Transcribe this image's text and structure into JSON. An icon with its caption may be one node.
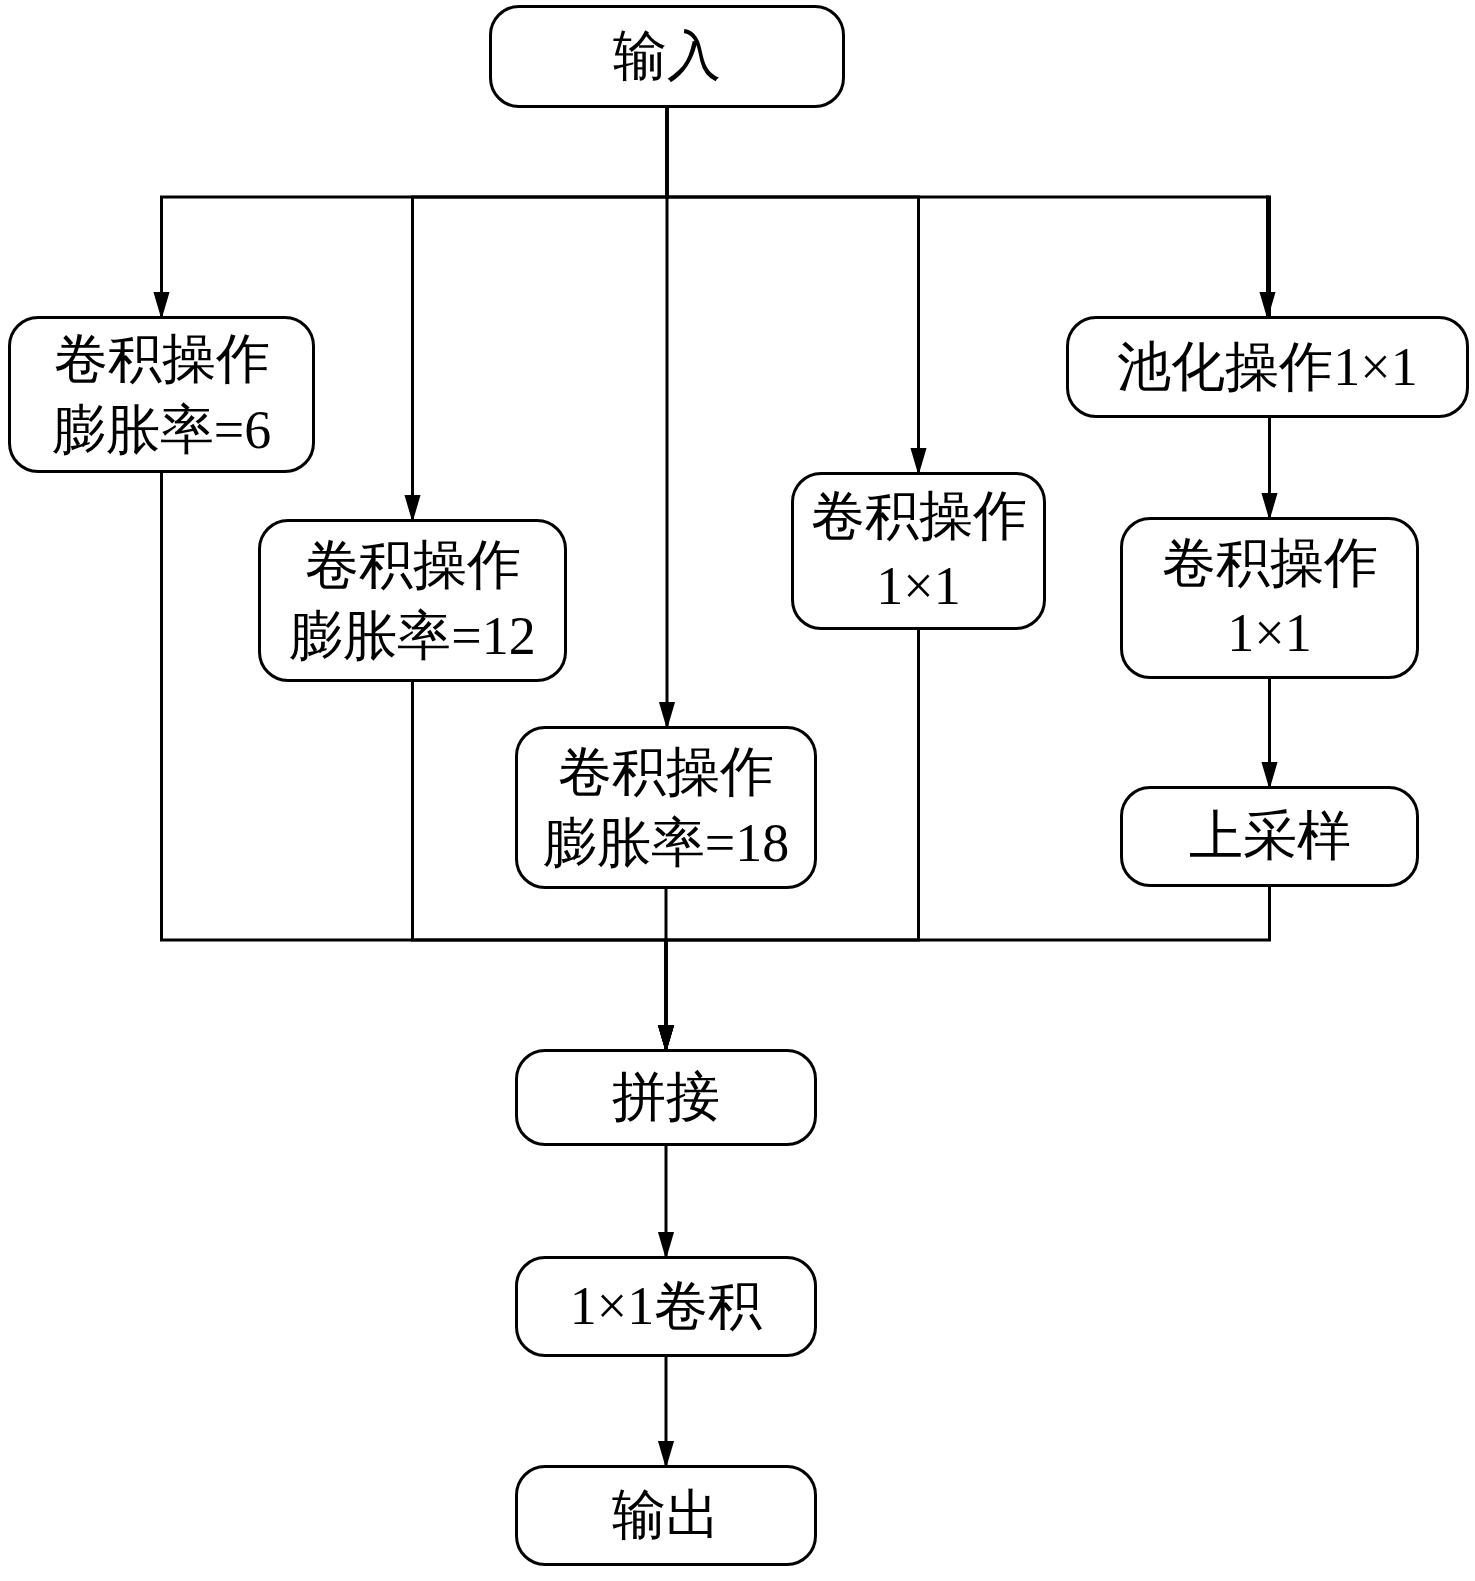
{
  "diagram": {
    "nodes": [
      {
        "text": [
          "输入"
        ]
      },
      {
        "text": [
          "卷积操作",
          "膨胀率=6"
        ]
      },
      {
        "text": [
          "卷积操作",
          "膨胀率=12"
        ]
      },
      {
        "text": [
          "卷积操作",
          "膨胀率=18"
        ]
      },
      {
        "text": [
          "卷积操作",
          "1×1"
        ]
      },
      {
        "text": [
          "池化操作1×1"
        ]
      },
      {
        "text": [
          "卷积操作",
          "1×1"
        ]
      },
      {
        "text": [
          "上采样"
        ]
      },
      {
        "text": [
          "拼接"
        ]
      },
      {
        "text": [
          "1×1卷积"
        ]
      },
      {
        "text": [
          "输出"
        ]
      }
    ],
    "edges": [
      {
        "from": 0,
        "to": 1,
        "arrow": "to"
      },
      {
        "from": 0,
        "to": 2,
        "arrow": "to"
      },
      {
        "from": 0,
        "to": 3,
        "arrow": "to"
      },
      {
        "from": 0,
        "to": 4,
        "arrow": "to"
      },
      {
        "from": 0,
        "to": 5,
        "arrow": "to"
      },
      {
        "from": 5,
        "to": 6,
        "arrow": "to"
      },
      {
        "from": 6,
        "to": 7,
        "arrow": "to"
      },
      {
        "from": 1,
        "to": 8,
        "arrow": "to"
      },
      {
        "from": 2,
        "to": 8,
        "arrow": "to"
      },
      {
        "from": 3,
        "to": 8,
        "arrow": "to"
      },
      {
        "from": 4,
        "to": 8,
        "arrow": "to"
      },
      {
        "from": 7,
        "to": 8,
        "arrow": "to"
      },
      {
        "from": 8,
        "to": 9,
        "arrow": "to"
      },
      {
        "from": 9,
        "to": 10,
        "arrow": "to"
      }
    ]
  }
}
